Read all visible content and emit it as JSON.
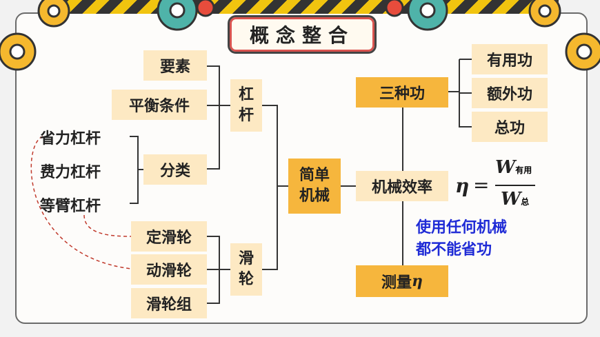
{
  "title": "概念整合",
  "lever": {
    "label_top": "杠",
    "label_bottom": "杆",
    "items": [
      "要素",
      "平衡条件",
      "分类"
    ],
    "types": [
      "省力杠杆",
      "费力杠杆",
      "等臂杠杆"
    ]
  },
  "pulley": {
    "label_top": "滑",
    "label_bottom": "轮",
    "items": [
      "定滑轮",
      "动滑轮",
      "滑轮组"
    ]
  },
  "center": {
    "top": "简单",
    "bottom": "机械"
  },
  "work": {
    "label": "三种功",
    "items": [
      "有用功",
      "额外功",
      "总功"
    ]
  },
  "efficiency": {
    "label": "机械效率",
    "eta": "η",
    "equals": "=",
    "num_var": "W",
    "num_sub": "有用",
    "den_var": "W",
    "den_sub": "总",
    "note_line1": "使用任何机械",
    "note_line2": "都不能省功"
  },
  "measure": {
    "label": "测量",
    "eta": "η"
  },
  "colors": {
    "box": "#fde9c3",
    "box_accent": "#f6b63d",
    "note": "#1f2bd6",
    "dash": "#c0392b"
  }
}
